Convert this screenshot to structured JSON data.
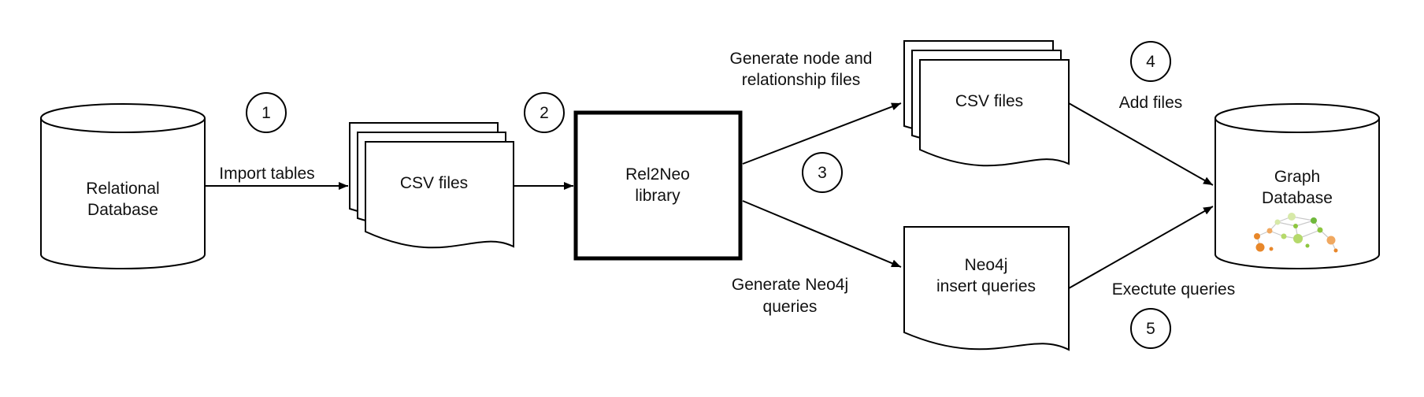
{
  "nodes": {
    "relational_db": [
      "Relational",
      "Database"
    ],
    "csv_files_1": "CSV files",
    "rel2neo": [
      "Rel2Neo",
      "library"
    ],
    "csv_files_2": "CSV files",
    "neo4j_queries": [
      "Neo4j",
      "insert queries"
    ],
    "graph_db": [
      "Graph",
      "Database"
    ]
  },
  "edges": {
    "import_tables": "Import tables",
    "generate_files": [
      "Generate node and",
      "relationship files"
    ],
    "generate_queries": [
      "Generate Neo4j",
      "queries"
    ],
    "add_files": "Add files",
    "execute_queries": "Exectute queries"
  },
  "steps": [
    "1",
    "2",
    "3",
    "4",
    "5"
  ],
  "colors": {
    "stroke": "#000000",
    "graph_nodes": [
      "#e8872a",
      "#f0a860",
      "#8dc63f",
      "#b5d96b",
      "#d7e9a8",
      "#6fb83b"
    ]
  }
}
